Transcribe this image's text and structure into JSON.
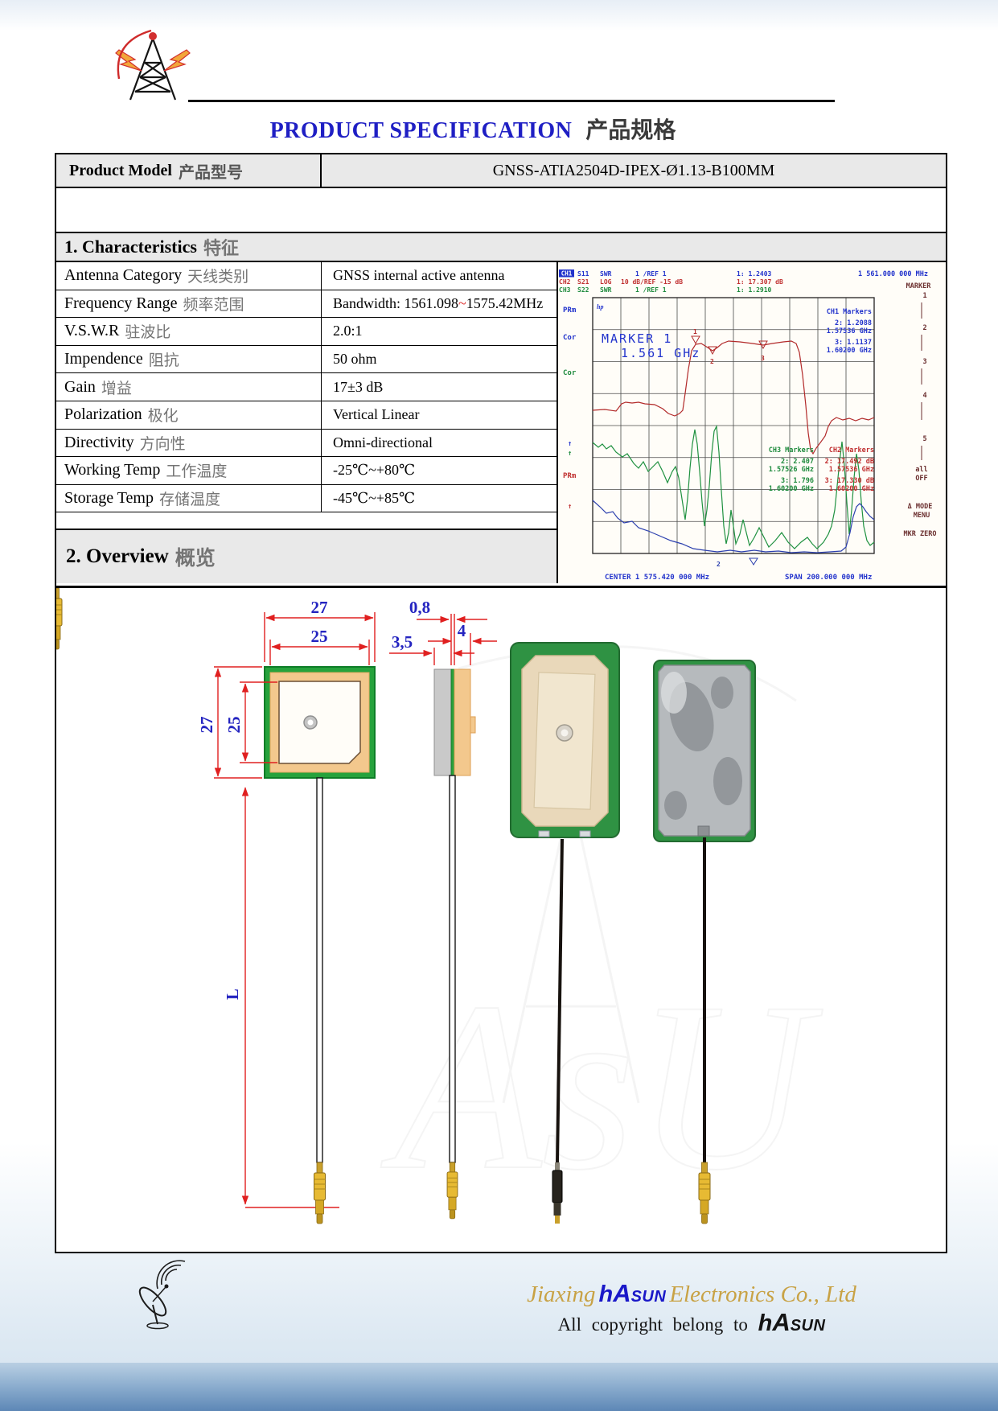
{
  "page": {
    "title_en": "PRODUCT SPECIFICATION",
    "title_zh": "产品规格"
  },
  "product": {
    "label_en": "Product Model",
    "label_zh": "产品型号",
    "value": "GNSS-ATIA2504D-IPEX-Ø1.13-B100MM"
  },
  "characteristics": {
    "heading_en": "1. Characteristics",
    "heading_zh": "特征",
    "rows": [
      {
        "label_en": "Antenna Category",
        "label_zh": "天线类别",
        "value": "GNSS internal active antenna"
      },
      {
        "label_en": "Frequency Range",
        "label_zh": "频率范围",
        "value_pre": "Bandwidth: 1561.098",
        "value_tilde": "~",
        "value_post": "1575.42MHz"
      },
      {
        "label_en": "V.S.W.R",
        "label_zh": "驻波比",
        "value": "2.0:1"
      },
      {
        "label_en": "Impendence",
        "label_zh": "阻抗",
        "value": "50 ohm"
      },
      {
        "label_en": "Gain",
        "label_zh": "增益",
        "value": "17±3 dB"
      },
      {
        "label_en": "Polarization",
        "label_zh": "极化",
        "value": "Vertical Linear"
      },
      {
        "label_en": "Directivity",
        "label_zh": "方向性",
        "value": "Omni-directional"
      },
      {
        "label_en": "Working Temp",
        "label_zh": "工作温度",
        "value": "-25℃~+80℃"
      },
      {
        "label_en": "Storage Temp",
        "label_zh": "存储温度",
        "value": "-45℃~+85℃"
      }
    ]
  },
  "analyzer": {
    "hp": "hp",
    "ch1": {
      "name": "CH1",
      "meas": "S11",
      "fmt": "SWR",
      "scale": "1 /REF 1",
      "readout": "1: 1.2403"
    },
    "ch2": {
      "name": "CH2",
      "meas": "S21",
      "fmt": "LOG",
      "scale": "10 dB/REF -15 dB",
      "readout": "1: 17.307 dB"
    },
    "ch3": {
      "name": "CH3",
      "meas": "S22",
      "fmt": "SWR",
      "scale": "1 /REF 1",
      "readout": "1: 1.2910"
    },
    "frequency": "1 561.000 000 MHz",
    "labels": {
      "prm1": "PRm",
      "cor1": "Cor",
      "cor2": "Cor",
      "prm2": "PRm",
      "up": "↑"
    },
    "marker_line1": "MARKER 1",
    "marker_line2": "1.561 GHz",
    "m1": "1",
    "m2": "2",
    "m3": "3",
    "bm2": "2",
    "ch1_markers": {
      "title": "CH1 Markers",
      "a": "2: 1.2088",
      "af": "1.57536 GHz",
      "b": "3: 1.1137",
      "bf": "1.60200 GHz"
    },
    "ch3_markers": {
      "title": "CH3 Markers",
      "a": "2: 2.407",
      "af": "1.57526 GHz",
      "b": "3: 1.796",
      "bf": "1.60200 GHz"
    },
    "ch2_markers": {
      "title": "CH2 Markers",
      "a": "2: 17.492 dB",
      "af": "1.57536 GHz",
      "b": "3: 17.330 dB",
      "bf": "1.60200 GHz"
    },
    "center": "CENTER 1 575.420 000 MHz",
    "span": "SPAN 200.000 000 MHz",
    "menu": {
      "title": "MARKER",
      "sel": "1",
      "i2": "2",
      "i3": "3",
      "i4": "4",
      "i5": "5",
      "all1": "all",
      "all2": "OFF",
      "mode1": "Δ MODE",
      "mode2": "MENU",
      "mkr_zero": "MKR ZERO"
    }
  },
  "overview": {
    "heading_en": "2. Overview",
    "heading_zh": "概览",
    "dims": {
      "top_outer": "27",
      "top_patch": "25",
      "left_outer": "27",
      "left_patch": "25",
      "pin": "0,8",
      "pcb_side": "3,5",
      "patch_side": "4",
      "cable_length": "L"
    }
  },
  "footer": {
    "company_pre": "Jiaxing",
    "brand_h": "h",
    "brand_a": "A",
    "brand_sun": "sun",
    "company_post": "Electronics Co., Ltd",
    "copy_pre": "All copyright belong to"
  }
}
